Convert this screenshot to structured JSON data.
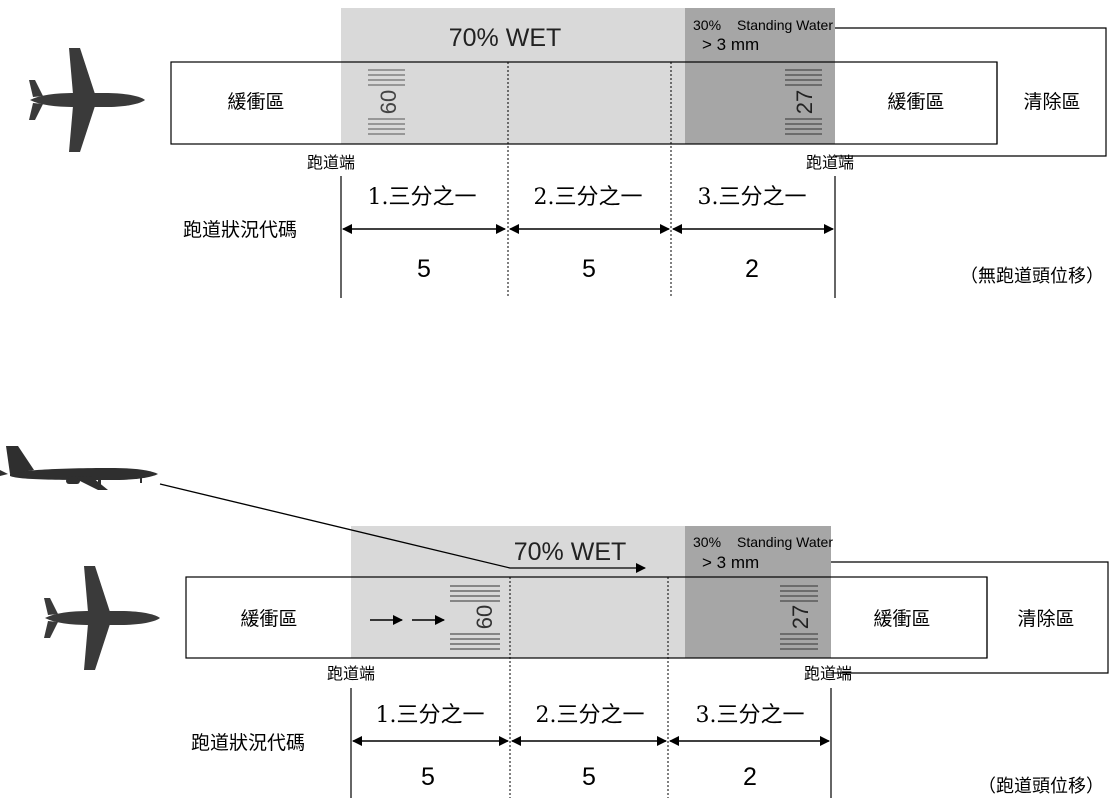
{
  "diagrams": [
    {
      "wet_label": "70% WET",
      "standing_pct": "30%",
      "standing_label": "Standing Water",
      "standing_depth": "> 3 mm",
      "buffer_left": "緩衝區",
      "buffer_right": "緩衝區",
      "clearway": "清除區",
      "rwy_num_left": "60",
      "rwy_num_right": "27",
      "runway_end_left": "跑道端",
      "runway_end_right": "跑道端",
      "rcc_label": "跑道狀況代碼",
      "thirds": [
        "1.三分之一",
        "2.三分之一",
        "3.三分之一"
      ],
      "codes": [
        "5",
        "5",
        "2"
      ],
      "note": "（無跑道頭位移）"
    },
    {
      "wet_label": "70% WET",
      "standing_pct": "30%",
      "standing_label": "Standing Water",
      "standing_depth": "> 3 mm",
      "buffer_left": "緩衝區",
      "buffer_right": "緩衝區",
      "clearway": "清除區",
      "rwy_num_left": "60",
      "rwy_num_right": "27",
      "runway_end_left": "跑道端",
      "runway_end_right": "跑道端",
      "rcc_label": "跑道狀況代碼",
      "thirds": [
        "1.三分之一",
        "2.三分之一",
        "3.三分之一"
      ],
      "codes": [
        "5",
        "5",
        "2"
      ],
      "note": "（跑道頭位移）"
    }
  ],
  "colors": {
    "wet": "#d9d9d9",
    "standing_water": "#a6a6a6",
    "aircraft": "#3a3a3a",
    "line": "#000000"
  },
  "icons": [
    "airplane-top-icon",
    "airplane-side-icon",
    "displaced-threshold-arrow-icon"
  ]
}
